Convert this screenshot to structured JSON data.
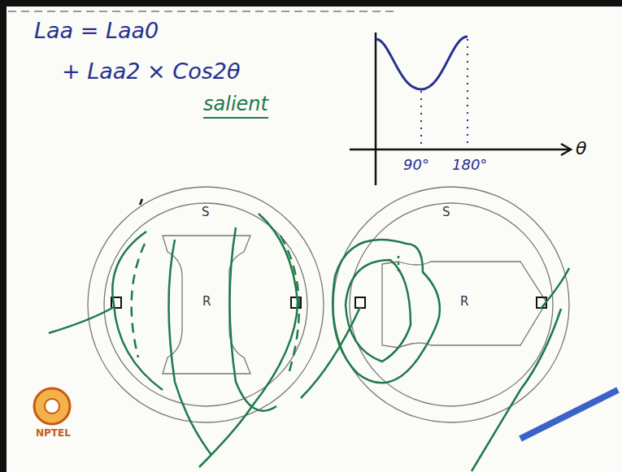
{
  "diagram": {
    "nodes": [
      {
        "text": [
          "S"
        ]
      },
      {
        "text": [
          "R"
        ],
        "in": 0
      },
      {
        "text": [
          "S"
        ]
      },
      {
        "text": [
          "R"
        ],
        "in": 2
      }
    ],
    "labels": [
      "Laa = Laa0",
      "+ Laa2 × Cos2θ",
      "salient",
      "90°",
      "180°",
      "θ",
      "NPTEL"
    ]
  }
}
